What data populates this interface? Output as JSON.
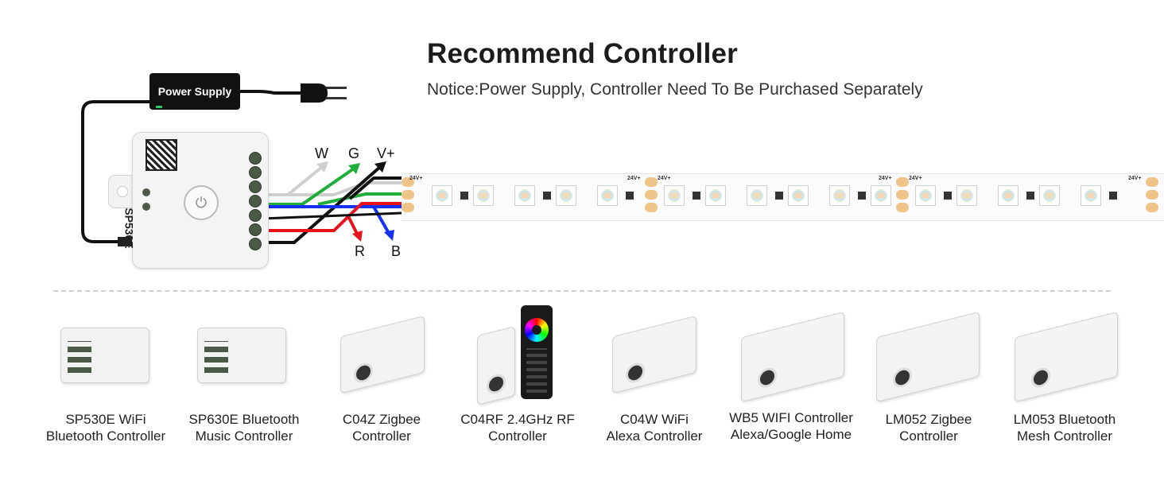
{
  "header": {
    "title": "Recommend Controller",
    "notice": "Notice:Power Supply, Controller Need To Be Purchased Separately"
  },
  "power_supply": {
    "label": "Power Supply"
  },
  "controller": {
    "brand": "SP530E"
  },
  "wires": {
    "w": "W",
    "g": "G",
    "vplus": "V+",
    "r": "R",
    "b": "B"
  },
  "strip": {
    "voltage_label": "24V+"
  },
  "products": [
    {
      "line1": "SP530E WiFi",
      "line2": "Bluetooth Controller"
    },
    {
      "line1": "SP630E Bluetooth",
      "line2": "Music Controller"
    },
    {
      "line1": "C04Z Zigbee",
      "line2": "Controller"
    },
    {
      "line1": "C04RF 2.4GHz RF",
      "line2": "Controller"
    },
    {
      "line1": "C04W WiFi",
      "line2": "Alexa Controller"
    },
    {
      "line1": "WB5 WIFI Controller",
      "line2": "Alexa/Google Home"
    },
    {
      "line1": "LM052 Zigbee",
      "line2": "Controller"
    },
    {
      "line1": "LM053 Bluetooth",
      "line2": "Mesh Controller"
    }
  ],
  "colors": {
    "white_wire": "#c8c8c8",
    "green_wire": "#1fae3a",
    "black_wire": "#111111",
    "red_wire": "#e8121b",
    "blue_wire": "#1430f0"
  }
}
